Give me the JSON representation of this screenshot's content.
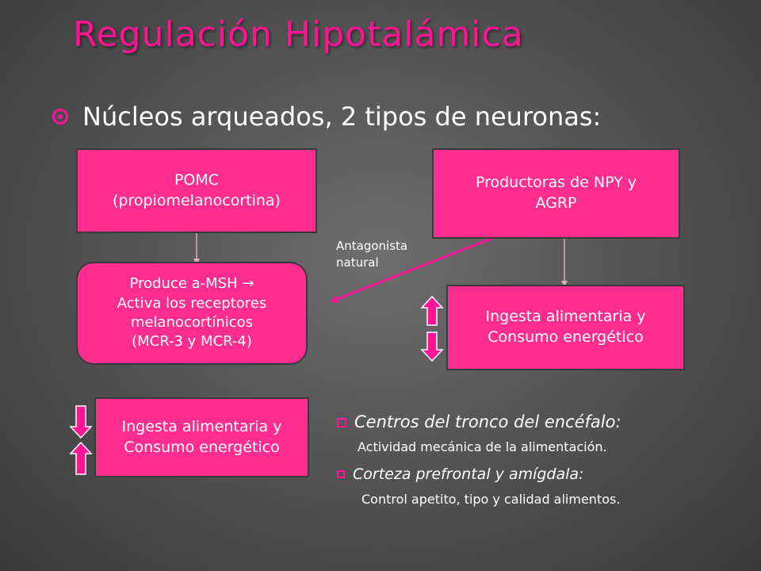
{
  "slide": {
    "title": "Regulación Hipotalámica",
    "bullet": "Núcleos arqueados, 2 tipos de neuronas:"
  },
  "boxes": {
    "pomc": [
      "POMC",
      "(propiomelanocortina)"
    ],
    "npy": [
      "Productoras de NPY y",
      "AGRP"
    ],
    "msh": [
      "Produce a-MSH →",
      "Activa los receptores",
      "melanocortínicos",
      "(MCR-3 y MCR-4)"
    ],
    "ingesta_right": [
      "Ingesta alimentaria y",
      "Consumo energético"
    ],
    "ingesta_left": [
      "Ingesta alimentaria y",
      "Consumo energético"
    ]
  },
  "antagonist_label": [
    "Antagonista",
    "natural"
  ],
  "info": {
    "item1_title": "Centros del tronco del encéfalo:",
    "item1_desc": "Actividad mecánica de la alimentación.",
    "item2_title": "Corteza prefrontal y amígdala:",
    "item2_desc": "Control apetito, tipo y calidad alimentos."
  },
  "colors": {
    "accent": "#ff1493",
    "box_fill": "#ff2d8f",
    "background": "#555555"
  },
  "icons": {
    "bullet": "circle-dot-bullet",
    "list": "square-bullet",
    "up": "up-arrow",
    "down": "down-arrow"
  }
}
